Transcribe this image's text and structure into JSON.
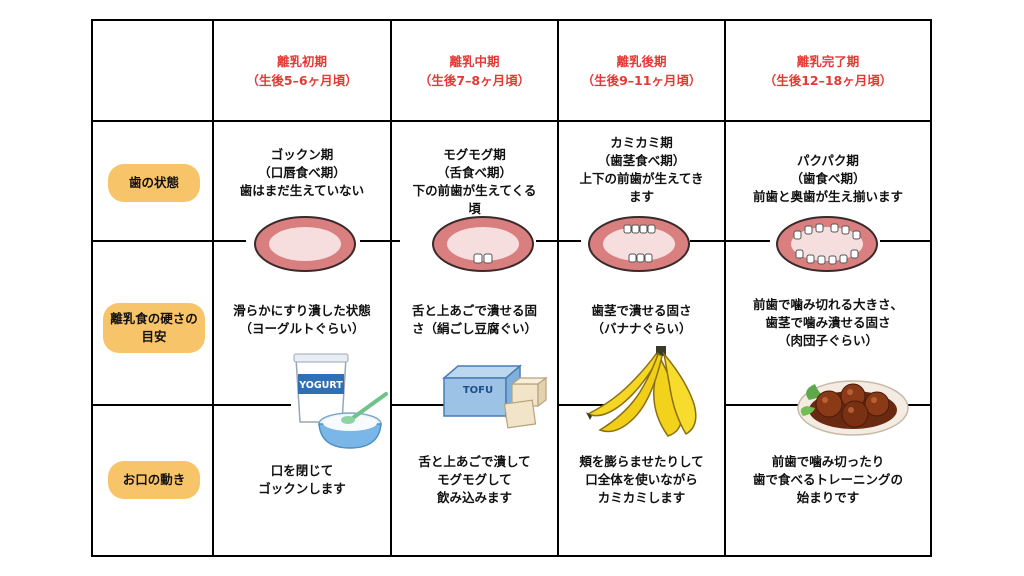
{
  "stages": [
    {
      "name": "離乳初期",
      "age": "（生後5–6ヶ月頃）"
    },
    {
      "name": "離乳中期",
      "age": "（生後7–8ヶ月頃）"
    },
    {
      "name": "離乳後期",
      "age": "（生後9–11ヶ月頃）"
    },
    {
      "name": "離乳完了期",
      "age": "（生後12–18ヶ月頃）"
    }
  ],
  "rows": {
    "teeth": {
      "label": "歯の状態",
      "cells": [
        [
          "ゴックン期",
          "（口唇食べ期）",
          "歯はまだ生えていない"
        ],
        [
          "モグモグ期",
          "（舌食べ期）",
          "下の前歯が生えてくる",
          "頃"
        ],
        [
          "カミカミ期",
          "（歯茎食べ期）",
          "上下の前歯が生えてき",
          "ます"
        ],
        [
          "パクパク期",
          "（歯食べ期）",
          "前歯と奥歯が生え揃います"
        ]
      ]
    },
    "hardness": {
      "label_line1": "離乳食の硬さの",
      "label_line2": "目安",
      "cells": [
        [
          "滑らかにすり潰した状態",
          "（ヨーグルトぐらい）"
        ],
        [
          "舌と上あごで潰せる固",
          "さ（絹ごし豆腐ぐい）"
        ],
        [
          "歯茎で潰せる固さ",
          "（バナナぐらい）"
        ],
        [
          "前歯で噛み切れる大きさ、",
          "歯茎で噛み潰せる固さ",
          "（肉団子ぐらい）"
        ]
      ]
    },
    "mouth": {
      "label": "お口の動き",
      "cells": [
        [
          "口を閉じて",
          "ゴックンします"
        ],
        [
          "舌と上あごで潰して",
          "モグモグして",
          "飲み込みます"
        ],
        [
          "頬を膨らませたりして",
          "口全体を使いながら",
          "カミカミします"
        ],
        [
          "前歯で噛み切ったり",
          "歯で食べるトレーニングの",
          "始まりです"
        ]
      ]
    }
  },
  "illustrations": {
    "yogurt_label": "YOGURT",
    "tofu_label": "TOFU"
  },
  "colors": {
    "stage_text": "#e53935",
    "label_pill": "#f7c46a",
    "grid": "#000000"
  }
}
